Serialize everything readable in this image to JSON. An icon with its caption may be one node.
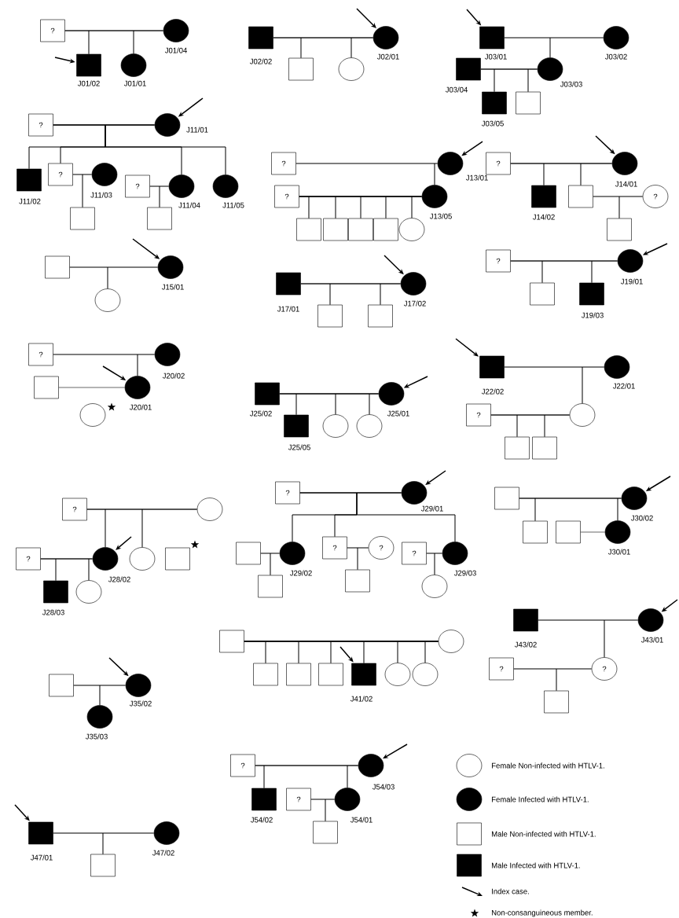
{
  "diagram": {
    "nodes": [
      {
        "text": [
          "?"
        ]
      },
      {
        "text": [],
        "shape": "circle",
        "beside": [
          "J01/04"
        ]
      },
      {
        "text": [],
        "shape": "box",
        "beside": [
          "J01/02"
        ]
      },
      {
        "text": [],
        "shape": "circle",
        "beside": [
          "J01/01"
        ]
      },
      {
        "text": [],
        "shape": "box",
        "beside": [
          "J02/02"
        ]
      },
      {
        "text": [],
        "shape": "circle",
        "beside": [
          "J02/01"
        ]
      },
      {
        "text": [],
        "shape": "box"
      },
      {
        "text": [],
        "shape": "circle"
      },
      {
        "text": [],
        "shape": "box",
        "beside": [
          "J03/01"
        ]
      },
      {
        "text": [],
        "shape": "circle",
        "beside": [
          "J03/02"
        ]
      },
      {
        "text": [],
        "shape": "box",
        "beside": [
          "J03/04"
        ]
      },
      {
        "text": [],
        "shape": "circle",
        "beside": [
          "J03/03"
        ]
      },
      {
        "text": [],
        "shape": "box",
        "beside": [
          "J03/05"
        ]
      },
      {
        "text": [],
        "shape": "box"
      },
      {
        "text": [
          "?"
        ]
      },
      {
        "text": [],
        "shape": "circle",
        "beside": [
          "J11/01"
        ]
      },
      {
        "text": [],
        "shape": "box",
        "beside": [
          "J11/02"
        ]
      },
      {
        "text": [
          "?"
        ]
      },
      {
        "text": [],
        "shape": "circle",
        "beside": [
          "J11/03"
        ]
      },
      {
        "text": [],
        "shape": "box"
      },
      {
        "text": [
          "?"
        ]
      },
      {
        "text": [],
        "shape": "circle",
        "beside": [
          "J11/04"
        ]
      },
      {
        "text": [],
        "shape": "box"
      },
      {
        "text": [],
        "shape": "circle",
        "beside": [
          "J11/05"
        ]
      },
      {
        "text": [
          "?"
        ]
      },
      {
        "text": [],
        "shape": "circle",
        "beside": [
          "J13/01"
        ]
      },
      {
        "text": [
          "?"
        ]
      },
      {
        "text": [],
        "shape": "circle",
        "beside": [
          "J13/05"
        ]
      },
      {
        "text": [],
        "shape": "box"
      },
      {
        "text": [],
        "shape": "box"
      },
      {
        "text": [],
        "shape": "box"
      },
      {
        "text": [],
        "shape": "box"
      },
      {
        "text": [],
        "shape": "circle"
      },
      {
        "text": [
          "?"
        ]
      },
      {
        "text": [],
        "shape": "circle",
        "beside": [
          "J14/01"
        ]
      },
      {
        "text": [],
        "shape": "box",
        "beside": [
          "J14/02"
        ]
      },
      {
        "text": [],
        "shape": "box"
      },
      {
        "text": [
          "?"
        ]
      },
      {
        "text": [],
        "shape": "box"
      },
      {
        "text": [],
        "shape": "box"
      },
      {
        "text": [],
        "shape": "circle",
        "beside": [
          "J15/01"
        ]
      },
      {
        "text": [],
        "shape": "circle"
      },
      {
        "text": [],
        "shape": "box",
        "beside": [
          "J17/01"
        ]
      },
      {
        "text": [],
        "shape": "circle",
        "beside": [
          "J17/02"
        ]
      },
      {
        "text": [],
        "shape": "box"
      },
      {
        "text": [],
        "shape": "box"
      },
      {
        "text": [
          "?"
        ]
      },
      {
        "text": [],
        "shape": "circle",
        "beside": [
          "J19/01"
        ]
      },
      {
        "text": [],
        "shape": "box"
      },
      {
        "text": [],
        "shape": "box",
        "beside": [
          "J19/03"
        ]
      },
      {
        "text": [
          "?"
        ]
      },
      {
        "text": [],
        "shape": "circle",
        "beside": [
          "J20/02"
        ]
      },
      {
        "text": [],
        "shape": "box"
      },
      {
        "text": [],
        "shape": "circle",
        "beside": [
          "J20/01"
        ]
      },
      {
        "text": [],
        "shape": "circle"
      },
      {
        "text": [],
        "shape": "box",
        "beside": [
          "J25/02"
        ]
      },
      {
        "text": [],
        "shape": "circle",
        "beside": [
          "J25/01"
        ]
      },
      {
        "text": [],
        "shape": "box",
        "beside": [
          "J25/05"
        ]
      },
      {
        "text": [],
        "shape": "circle"
      },
      {
        "text": [],
        "shape": "circle"
      },
      {
        "text": [],
        "shape": "box",
        "beside": [
          "J22/02"
        ]
      },
      {
        "text": [],
        "shape": "circle",
        "beside": [
          "J22/01"
        ]
      },
      {
        "text": [
          "?"
        ]
      },
      {
        "text": [],
        "shape": "circle"
      },
      {
        "text": [],
        "shape": "box"
      },
      {
        "text": [],
        "shape": "box"
      },
      {
        "text": [
          "?"
        ]
      },
      {
        "text": [],
        "shape": "circle"
      },
      {
        "text": [
          "?"
        ]
      },
      {
        "text": [],
        "shape": "circle",
        "beside": [
          "J28/02"
        ]
      },
      {
        "text": [],
        "shape": "circle"
      },
      {
        "text": [],
        "shape": "box"
      },
      {
        "text": [],
        "shape": "box",
        "beside": [
          "J28/03"
        ]
      },
      {
        "text": [],
        "shape": "circle"
      },
      {
        "text": [
          "?"
        ]
      },
      {
        "text": [],
        "shape": "circle",
        "beside": [
          "J29/01"
        ]
      },
      {
        "text": [],
        "shape": "box"
      },
      {
        "text": [],
        "shape": "circle",
        "beside": [
          "J29/02"
        ]
      },
      {
        "text": [
          "?"
        ]
      },
      {
        "text": [
          "?"
        ]
      },
      {
        "text": [
          "?"
        ]
      },
      {
        "text": [],
        "shape": "circle",
        "beside": [
          "J29/03"
        ]
      },
      {
        "text": [],
        "shape": "box"
      },
      {
        "text": [],
        "shape": "box"
      },
      {
        "text": [],
        "shape": "circle"
      },
      {
        "text": [],
        "shape": "box"
      },
      {
        "text": [],
        "shape": "circle",
        "beside": [
          "J30/02"
        ]
      },
      {
        "text": [],
        "shape": "box"
      },
      {
        "text": [],
        "shape": "box"
      },
      {
        "text": [],
        "shape": "circle",
        "beside": [
          "J30/01"
        ]
      },
      {
        "text": [],
        "shape": "box"
      },
      {
        "text": [],
        "shape": "circle"
      },
      {
        "text": [],
        "shape": "box"
      },
      {
        "text": [],
        "shape": "box"
      },
      {
        "text": [],
        "shape": "box"
      },
      {
        "text": [],
        "shape": "box",
        "beside": [
          "J41/02"
        ]
      },
      {
        "text": [],
        "shape": "circle"
      },
      {
        "text": [],
        "shape": "circle"
      },
      {
        "text": [],
        "shape": "box",
        "beside": [
          "J43/02"
        ]
      },
      {
        "text": [],
        "shape": "circle",
        "beside": [
          "J43/01"
        ]
      },
      {
        "text": [
          "?"
        ]
      },
      {
        "text": [
          "?"
        ]
      },
      {
        "text": [],
        "shape": "box"
      },
      {
        "text": [],
        "shape": "box"
      },
      {
        "text": [],
        "shape": "circle",
        "beside": [
          "J35/02"
        ]
      },
      {
        "text": [],
        "shape": "circle",
        "beside": [
          "J35/03"
        ]
      },
      {
        "text": [
          "?"
        ]
      },
      {
        "text": [],
        "shape": "circle",
        "beside": [
          "J54/03"
        ]
      },
      {
        "text": [],
        "shape": "box",
        "beside": [
          "J54/02"
        ]
      },
      {
        "text": [
          "?"
        ]
      },
      {
        "text": [],
        "shape": "circle",
        "beside": [
          "J54/01"
        ]
      },
      {
        "text": [],
        "shape": "box"
      },
      {
        "text": [],
        "shape": "box",
        "beside": [
          "J47/01"
        ]
      },
      {
        "text": [],
        "shape": "circle",
        "beside": [
          "J47/02"
        ]
      },
      {
        "text": [],
        "shape": "box"
      }
    ],
    "edges": [
      {
        "from": 0,
        "to": 1,
        "arrow": "none"
      },
      {
        "from": 0,
        "to": 2,
        "arrow": "none"
      },
      {
        "from": 1,
        "to": 2,
        "arrow": "none"
      },
      {
        "from": 0,
        "to": 3,
        "arrow": "none"
      },
      {
        "from": 1,
        "to": 3,
        "arrow": "none"
      },
      {
        "from": 4,
        "to": 5,
        "arrow": "none"
      },
      {
        "from": 4,
        "to": 6,
        "arrow": "none"
      },
      {
        "from": 5,
        "to": 6,
        "arrow": "none"
      },
      {
        "from": 4,
        "to": 7,
        "arrow": "none"
      },
      {
        "from": 5,
        "to": 7,
        "arrow": "none"
      },
      {
        "from": 8,
        "to": 9,
        "arrow": "none"
      },
      {
        "from": 8,
        "to": 11,
        "arrow": "none"
      },
      {
        "from": 9,
        "to": 11,
        "arrow": "none"
      },
      {
        "from": 10,
        "to": 11,
        "arrow": "none"
      },
      {
        "from": 10,
        "to": 12,
        "arrow": "none"
      },
      {
        "from": 11,
        "to": 12,
        "arrow": "none"
      },
      {
        "from": 10,
        "to": 13,
        "arrow": "none"
      },
      {
        "from": 11,
        "to": 13,
        "arrow": "none"
      },
      {
        "from": 14,
        "to": 15,
        "arrow": "none"
      },
      {
        "from": 14,
        "to": 16,
        "arrow": "none"
      },
      {
        "from": 15,
        "to": 16,
        "arrow": "none"
      },
      {
        "from": 14,
        "to": 17,
        "arrow": "none"
      },
      {
        "from": 15,
        "to": 17,
        "arrow": "none"
      },
      {
        "from": 14,
        "to": 21,
        "arrow": "none"
      },
      {
        "from": 15,
        "to": 21,
        "arrow": "none"
      },
      {
        "from": 14,
        "to": 23,
        "arrow": "none"
      },
      {
        "from": 15,
        "to": 23,
        "arrow": "none"
      },
      {
        "from": 17,
        "to": 18,
        "arrow": "none"
      },
      {
        "from": 17,
        "to": 19,
        "arrow": "none"
      },
      {
        "from": 18,
        "to": 19,
        "arrow": "none"
      },
      {
        "from": 20,
        "to": 21,
        "arrow": "none"
      },
      {
        "from": 20,
        "to": 22,
        "arrow": "none"
      },
      {
        "from": 21,
        "to": 22,
        "arrow": "none"
      },
      {
        "from": 24,
        "to": 25,
        "arrow": "none"
      },
      {
        "from": 24,
        "to": 27,
        "arrow": "none"
      },
      {
        "from": 25,
        "to": 27,
        "arrow": "none"
      },
      {
        "from": 26,
        "to": 27,
        "arrow": "none"
      },
      {
        "from": 26,
        "to": 28,
        "arrow": "none"
      },
      {
        "from": 27,
        "to": 28,
        "arrow": "none"
      },
      {
        "from": 26,
        "to": 29,
        "arrow": "none"
      },
      {
        "from": 27,
        "to": 29,
        "arrow": "none"
      },
      {
        "from": 26,
        "to": 30,
        "arrow": "none"
      },
      {
        "from": 27,
        "to": 30,
        "arrow": "none"
      },
      {
        "from": 26,
        "to": 31,
        "arrow": "none"
      },
      {
        "from": 27,
        "to": 31,
        "arrow": "none"
      },
      {
        "from": 26,
        "to": 32,
        "arrow": "none"
      },
      {
        "from": 27,
        "to": 32,
        "arrow": "none"
      },
      {
        "from": 33,
        "to": 34,
        "arrow": "none"
      },
      {
        "from": 33,
        "to": 35,
        "arrow": "none"
      },
      {
        "from": 34,
        "to": 35,
        "arrow": "none"
      },
      {
        "from": 33,
        "to": 36,
        "arrow": "none"
      },
      {
        "from": 34,
        "to": 36,
        "arrow": "none"
      },
      {
        "from": 36,
        "to": 37,
        "arrow": "none"
      },
      {
        "from": 36,
        "to": 38,
        "arrow": "none"
      },
      {
        "from": 37,
        "to": 38,
        "arrow": "none"
      },
      {
        "from": 39,
        "to": 40,
        "arrow": "none"
      },
      {
        "from": 39,
        "to": 41,
        "arrow": "none"
      },
      {
        "from": 40,
        "to": 41,
        "arrow": "none"
      },
      {
        "from": 42,
        "to": 43,
        "arrow": "none"
      },
      {
        "from": 42,
        "to": 44,
        "arrow": "none"
      },
      {
        "from": 43,
        "to": 44,
        "arrow": "none"
      },
      {
        "from": 42,
        "to": 45,
        "arrow": "none"
      },
      {
        "from": 43,
        "to": 45,
        "arrow": "none"
      },
      {
        "from": 46,
        "to": 47,
        "arrow": "none"
      },
      {
        "from": 46,
        "to": 48,
        "arrow": "none"
      },
      {
        "from": 47,
        "to": 48,
        "arrow": "none"
      },
      {
        "from": 46,
        "to": 49,
        "arrow": "none"
      },
      {
        "from": 47,
        "to": 49,
        "arrow": "none"
      },
      {
        "from": 50,
        "to": 51,
        "arrow": "none"
      },
      {
        "from": 50,
        "to": 53,
        "arrow": "none"
      },
      {
        "from": 51,
        "to": 53,
        "arrow": "none"
      },
      {
        "from": 52,
        "to": 53,
        "arrow": "none"
      },
      {
        "from": 55,
        "to": 56,
        "arrow": "none"
      },
      {
        "from": 55,
        "to": 57,
        "arrow": "none"
      },
      {
        "from": 56,
        "to": 57,
        "arrow": "none"
      },
      {
        "from": 55,
        "to": 58,
        "arrow": "none"
      },
      {
        "from": 56,
        "to": 58,
        "arrow": "none"
      },
      {
        "from": 55,
        "to": 59,
        "arrow": "none"
      },
      {
        "from": 56,
        "to": 59,
        "arrow": "none"
      },
      {
        "from": 60,
        "to": 61,
        "arrow": "none"
      },
      {
        "from": 60,
        "to": 63,
        "arrow": "none"
      },
      {
        "from": 61,
        "to": 63,
        "arrow": "none"
      },
      {
        "from": 62,
        "to": 63,
        "arrow": "none"
      },
      {
        "from": 62,
        "to": 64,
        "arrow": "none"
      },
      {
        "from": 63,
        "to": 64,
        "arrow": "none"
      },
      {
        "from": 62,
        "to": 65,
        "arrow": "none"
      },
      {
        "from": 63,
        "to": 65,
        "arrow": "none"
      },
      {
        "from": 66,
        "to": 67,
        "arrow": "none"
      },
      {
        "from": 66,
        "to": 69,
        "arrow": "none"
      },
      {
        "from": 67,
        "to": 69,
        "arrow": "none"
      },
      {
        "from": 66,
        "to": 70,
        "arrow": "none"
      },
      {
        "from": 67,
        "to": 70,
        "arrow": "none"
      },
      {
        "from": 68,
        "to": 69,
        "arrow": "none"
      },
      {
        "from": 68,
        "to": 72,
        "arrow": "none"
      },
      {
        "from": 69,
        "to": 72,
        "arrow": "none"
      },
      {
        "from": 68,
        "to": 73,
        "arrow": "none"
      },
      {
        "from": 69,
        "to": 73,
        "arrow": "none"
      },
      {
        "from": 74,
        "to": 75,
        "arrow": "none"
      },
      {
        "from": 74,
        "to": 77,
        "arrow": "none"
      },
      {
        "from": 75,
        "to": 77,
        "arrow": "none"
      },
      {
        "from": 74,
        "to": 78,
        "arrow": "none"
      },
      {
        "from": 75,
        "to": 78,
        "arrow": "none"
      },
      {
        "from": 74,
        "to": 81,
        "arrow": "none"
      },
      {
        "from": 75,
        "to": 81,
        "arrow": "none"
      },
      {
        "from": 76,
        "to": 77,
        "arrow": "none"
      },
      {
        "from": 76,
        "to": 82,
        "arrow": "none"
      },
      {
        "from": 77,
        "to": 82,
        "arrow": "none"
      },
      {
        "from": 78,
        "to": 79,
        "arrow": "none"
      },
      {
        "from": 78,
        "to": 83,
        "arrow": "none"
      },
      {
        "from": 79,
        "to": 83,
        "arrow": "none"
      },
      {
        "from": 80,
        "to": 81,
        "arrow": "none"
      },
      {
        "from": 80,
        "to": 84,
        "arrow": "none"
      },
      {
        "from": 81,
        "to": 84,
        "arrow": "none"
      },
      {
        "from": 85,
        "to": 86,
        "arrow": "none"
      },
      {
        "from": 85,
        "to": 87,
        "arrow": "none"
      },
      {
        "from": 86,
        "to": 87,
        "arrow": "none"
      },
      {
        "from": 85,
        "to": 89,
        "arrow": "none"
      },
      {
        "from": 86,
        "to": 89,
        "arrow": "none"
      },
      {
        "from": 88,
        "to": 89,
        "arrow": "none"
      },
      {
        "from": 90,
        "to": 91,
        "arrow": "none"
      },
      {
        "from": 90,
        "to": 92,
        "arrow": "none"
      },
      {
        "from": 91,
        "to": 92,
        "arrow": "none"
      },
      {
        "from": 90,
        "to": 93,
        "arrow": "none"
      },
      {
        "from": 91,
        "to": 93,
        "arrow": "none"
      },
      {
        "from": 90,
        "to": 94,
        "arrow": "none"
      },
      {
        "from": 91,
        "to": 94,
        "arrow": "none"
      },
      {
        "from": 90,
        "to": 95,
        "arrow": "none"
      },
      {
        "from": 91,
        "to": 95,
        "arrow": "none"
      },
      {
        "from": 90,
        "to": 96,
        "arrow": "none"
      },
      {
        "from": 91,
        "to": 96,
        "arrow": "none"
      },
      {
        "from": 90,
        "to": 97,
        "arrow": "none"
      },
      {
        "from": 91,
        "to": 97,
        "arrow": "none"
      },
      {
        "from": 98,
        "to": 99,
        "arrow": "none"
      },
      {
        "from": 98,
        "to": 101,
        "arrow": "none"
      },
      {
        "from": 99,
        "to": 101,
        "arrow": "none"
      },
      {
        "from": 100,
        "to": 101,
        "arrow": "none"
      },
      {
        "from": 100,
        "to": 102,
        "arrow": "none"
      },
      {
        "from": 101,
        "to": 102,
        "arrow": "none"
      },
      {
        "from": 103,
        "to": 104,
        "arrow": "none"
      },
      {
        "from": 103,
        "to": 105,
        "arrow": "none"
      },
      {
        "from": 104,
        "to": 105,
        "arrow": "none"
      },
      {
        "from": 106,
        "to": 107,
        "arrow": "none"
      },
      {
        "from": 106,
        "to": 108,
        "arrow": "none"
      },
      {
        "from": 107,
        "to": 108,
        "arrow": "none"
      },
      {
        "from": 106,
        "to": 110,
        "arrow": "none"
      },
      {
        "from": 107,
        "to": 110,
        "arrow": "none"
      },
      {
        "from": 109,
        "to": 110,
        "arrow": "none"
      },
      {
        "from": 109,
        "to": 111,
        "arrow": "none"
      },
      {
        "from": 110,
        "to": 111,
        "arrow": "none"
      },
      {
        "from": 112,
        "to": 113,
        "arrow": "none"
      },
      {
        "from": 112,
        "to": 114,
        "arrow": "none"
      },
      {
        "from": 113,
        "to": 114,
        "arrow": "none"
      },
      {
        "from": null,
        "to": 2,
        "arrow": "to"
      },
      {
        "from": null,
        "to": 5,
        "arrow": "to"
      },
      {
        "from": null,
        "to": 8,
        "arrow": "to"
      },
      {
        "from": null,
        "to": 15,
        "arrow": "to"
      },
      {
        "from": null,
        "to": 25,
        "arrow": "to"
      },
      {
        "from": null,
        "to": 34,
        "arrow": "to"
      },
      {
        "from": null,
        "to": 40,
        "arrow": "to"
      },
      {
        "from": null,
        "to": 43,
        "arrow": "to"
      },
      {
        "from": null,
        "to": 47,
        "arrow": "to"
      },
      {
        "from": null,
        "to": 53,
        "arrow": "to"
      },
      {
        "from": null,
        "to": 56,
        "arrow": "to"
      },
      {
        "from": null,
        "to": 60,
        "arrow": "to"
      },
      {
        "from": null,
        "to": 69,
        "arrow": "to"
      },
      {
        "from": null,
        "to": 75,
        "arrow": "to"
      },
      {
        "from": null,
        "to": 86,
        "arrow": "to"
      },
      {
        "from": null,
        "to": 95,
        "arrow": "to"
      },
      {
        "from": null,
        "to": 99,
        "arrow": "to"
      },
      {
        "from": null,
        "to": 104,
        "arrow": "to"
      },
      {
        "from": null,
        "to": 107,
        "arrow": "to"
      },
      {
        "from": null,
        "to": 112,
        "arrow": "to"
      }
    ],
    "legend": [
      {
        "text": "Female Non-infected with HTLV-1."
      },
      {
        "text": "Female Infected with HTLV-1."
      },
      {
        "text": "Male Non-infected with HTLV-1."
      },
      {
        "text": "Male Infected with HTLV-1."
      },
      {
        "text": "Index case."
      },
      {
        "text": "Non-consanguineous member."
      }
    ]
  }
}
